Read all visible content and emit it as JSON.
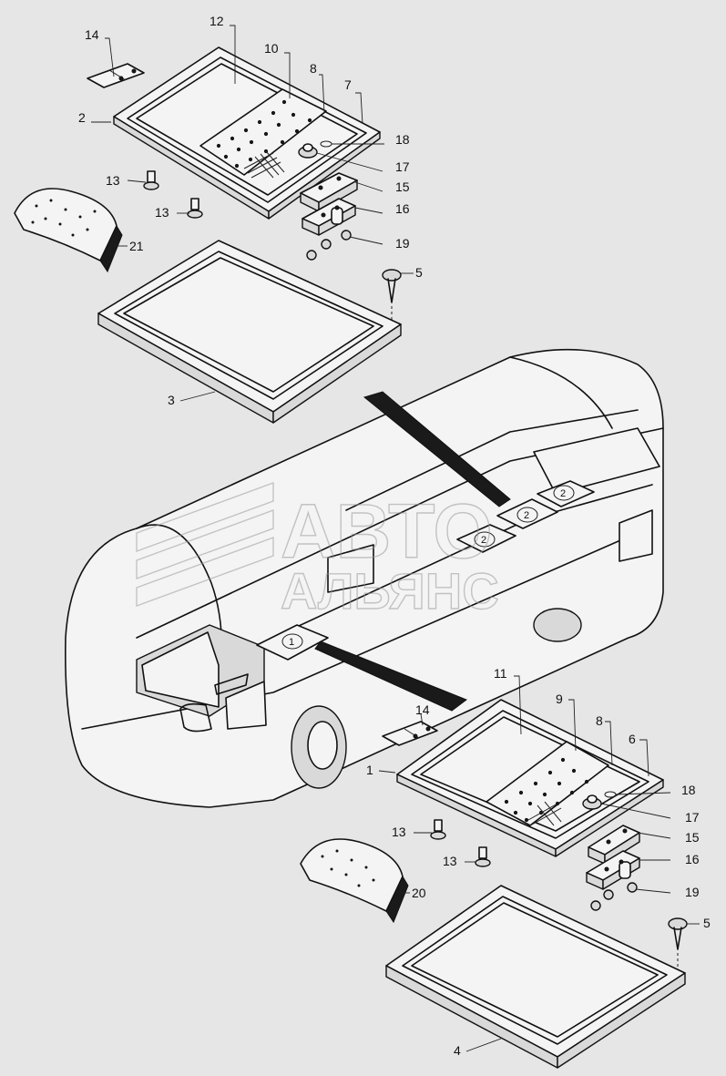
{
  "watermark": {
    "line1": "АВТО",
    "line2": "АЛЬЯНС"
  },
  "hatch_markers": [
    "1",
    "2",
    "2",
    "2"
  ],
  "callouts_top": [
    "14",
    "12",
    "10",
    "8",
    "7",
    "2",
    "18",
    "17",
    "15",
    "16",
    "19",
    "13",
    "13",
    "21",
    "5",
    "3"
  ],
  "callouts_bottom": [
    "11",
    "9",
    "8",
    "6",
    "14",
    "1",
    "18",
    "17",
    "15",
    "16",
    "19",
    "13",
    "13",
    "20",
    "5",
    "4"
  ]
}
